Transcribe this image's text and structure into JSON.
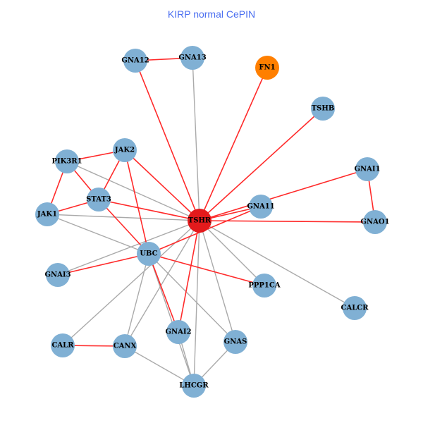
{
  "title": "KIRP normal CePIN",
  "colors": {
    "node": "#80b0d4",
    "hub": "#e31a1c",
    "highlight": "#ff7f00",
    "edge_red": "#ff2a2a",
    "edge_grey": "#aaaaaa",
    "title": "#4a6ef0"
  },
  "nodes": [
    {
      "id": "TSHR",
      "type": "hub"
    },
    {
      "id": "GNA12",
      "type": "node"
    },
    {
      "id": "GNA13",
      "type": "node"
    },
    {
      "id": "FN1",
      "type": "highlight"
    },
    {
      "id": "TSHB",
      "type": "node"
    },
    {
      "id": "GNAI1",
      "type": "node"
    },
    {
      "id": "GNAO1",
      "type": "node"
    },
    {
      "id": "GNA11",
      "type": "node"
    },
    {
      "id": "PIK3R1",
      "type": "node"
    },
    {
      "id": "JAK2",
      "type": "node"
    },
    {
      "id": "STAT3",
      "type": "node"
    },
    {
      "id": "JAK1",
      "type": "node"
    },
    {
      "id": "UBC",
      "type": "node"
    },
    {
      "id": "GNAI3",
      "type": "node"
    },
    {
      "id": "PPP1CA",
      "type": "node"
    },
    {
      "id": "CALCR",
      "type": "node"
    },
    {
      "id": "CALR",
      "type": "node"
    },
    {
      "id": "CANX",
      "type": "node"
    },
    {
      "id": "GNAI2",
      "type": "node"
    },
    {
      "id": "GNAS",
      "type": "node"
    },
    {
      "id": "LHCGR",
      "type": "node"
    }
  ],
  "edges": [
    [
      "GNA13",
      "TSHR",
      "grey"
    ],
    [
      "PIK3R1",
      "TSHR",
      "grey"
    ],
    [
      "JAK1",
      "TSHR",
      "grey"
    ],
    [
      "JAK1",
      "UBC",
      "grey"
    ],
    [
      "GNAI3",
      "TSHR",
      "grey"
    ],
    [
      "TSHR",
      "CALCR",
      "grey"
    ],
    [
      "TSHR",
      "PPP1CA",
      "grey"
    ],
    [
      "TSHR",
      "GNAS",
      "grey"
    ],
    [
      "TSHR",
      "LHCGR",
      "grey"
    ],
    [
      "TSHR",
      "CANX",
      "grey"
    ],
    [
      "TSHR",
      "CALR",
      "grey"
    ],
    [
      "TSHR",
      "GNA11",
      "grey"
    ],
    [
      "UBC",
      "CANX",
      "grey"
    ],
    [
      "UBC",
      "GNAS",
      "grey"
    ],
    [
      "UBC",
      "LHCGR",
      "grey"
    ],
    [
      "CANX",
      "LHCGR",
      "grey"
    ],
    [
      "GNAI2",
      "LHCGR",
      "grey"
    ],
    [
      "GNAS",
      "LHCGR",
      "grey"
    ],
    [
      "GNA12",
      "GNA13",
      "red"
    ],
    [
      "GNA12",
      "TSHR",
      "red"
    ],
    [
      "FN1",
      "TSHR",
      "red"
    ],
    [
      "TSHB",
      "TSHR",
      "red"
    ],
    [
      "GNAI1",
      "GNAO1",
      "red"
    ],
    [
      "GNAI1",
      "TSHR",
      "red"
    ],
    [
      "GNAO1",
      "TSHR",
      "red"
    ],
    [
      "GNA11",
      "TSHR",
      "red"
    ],
    [
      "PIK3R1",
      "JAK2",
      "red"
    ],
    [
      "PIK3R1",
      "STAT3",
      "red"
    ],
    [
      "PIK3R1",
      "JAK1",
      "red"
    ],
    [
      "JAK2",
      "STAT3",
      "red"
    ],
    [
      "JAK2",
      "TSHR",
      "red"
    ],
    [
      "JAK2",
      "UBC",
      "red"
    ],
    [
      "STAT3",
      "JAK1",
      "red"
    ],
    [
      "STAT3",
      "TSHR",
      "red"
    ],
    [
      "STAT3",
      "UBC",
      "red"
    ],
    [
      "UBC",
      "GNA11",
      "red"
    ],
    [
      "UBC",
      "GNAI3",
      "red"
    ],
    [
      "UBC",
      "PPP1CA",
      "red"
    ],
    [
      "UBC",
      "GNAI2",
      "red"
    ],
    [
      "GNAI2",
      "TSHR",
      "red"
    ],
    [
      "CALR",
      "CANX",
      "red"
    ]
  ]
}
